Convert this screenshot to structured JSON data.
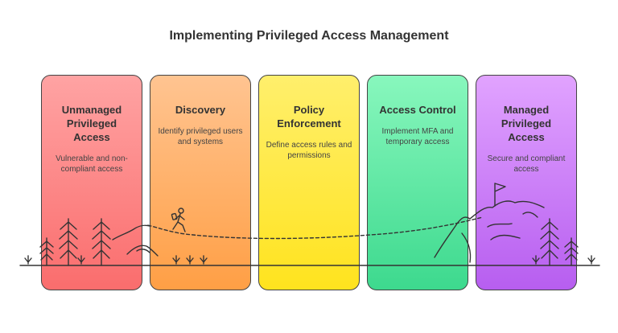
{
  "title": "Implementing Privileged Access Management",
  "stages": [
    {
      "title": "Unmanaged Privileged Access",
      "description": "Vulnerable and non-compliant access",
      "color_top": "#ffa3a3",
      "color_bottom": "#fa6d6d"
    },
    {
      "title": "Discovery",
      "description": "Identify privileged users and systems",
      "color_top": "#ffc491",
      "color_bottom": "#ff9f45"
    },
    {
      "title": "Policy Enforcement",
      "description": "Define access rules and permissions",
      "color_top": "#ffef6c",
      "color_bottom": "#ffe31e"
    },
    {
      "title": "Access Control",
      "description": "Implement MFA and temporary access",
      "color_top": "#88f7bd",
      "color_bottom": "#3dd98e"
    },
    {
      "title": "Managed Privileged Access",
      "description": "Secure and compliant access",
      "color_top": "#e1a3ff",
      "color_bottom": "#b75ef0"
    }
  ],
  "icons": [
    "tree-icon",
    "mountain-icon",
    "hiker-icon",
    "flag-icon",
    "grass-icon"
  ]
}
